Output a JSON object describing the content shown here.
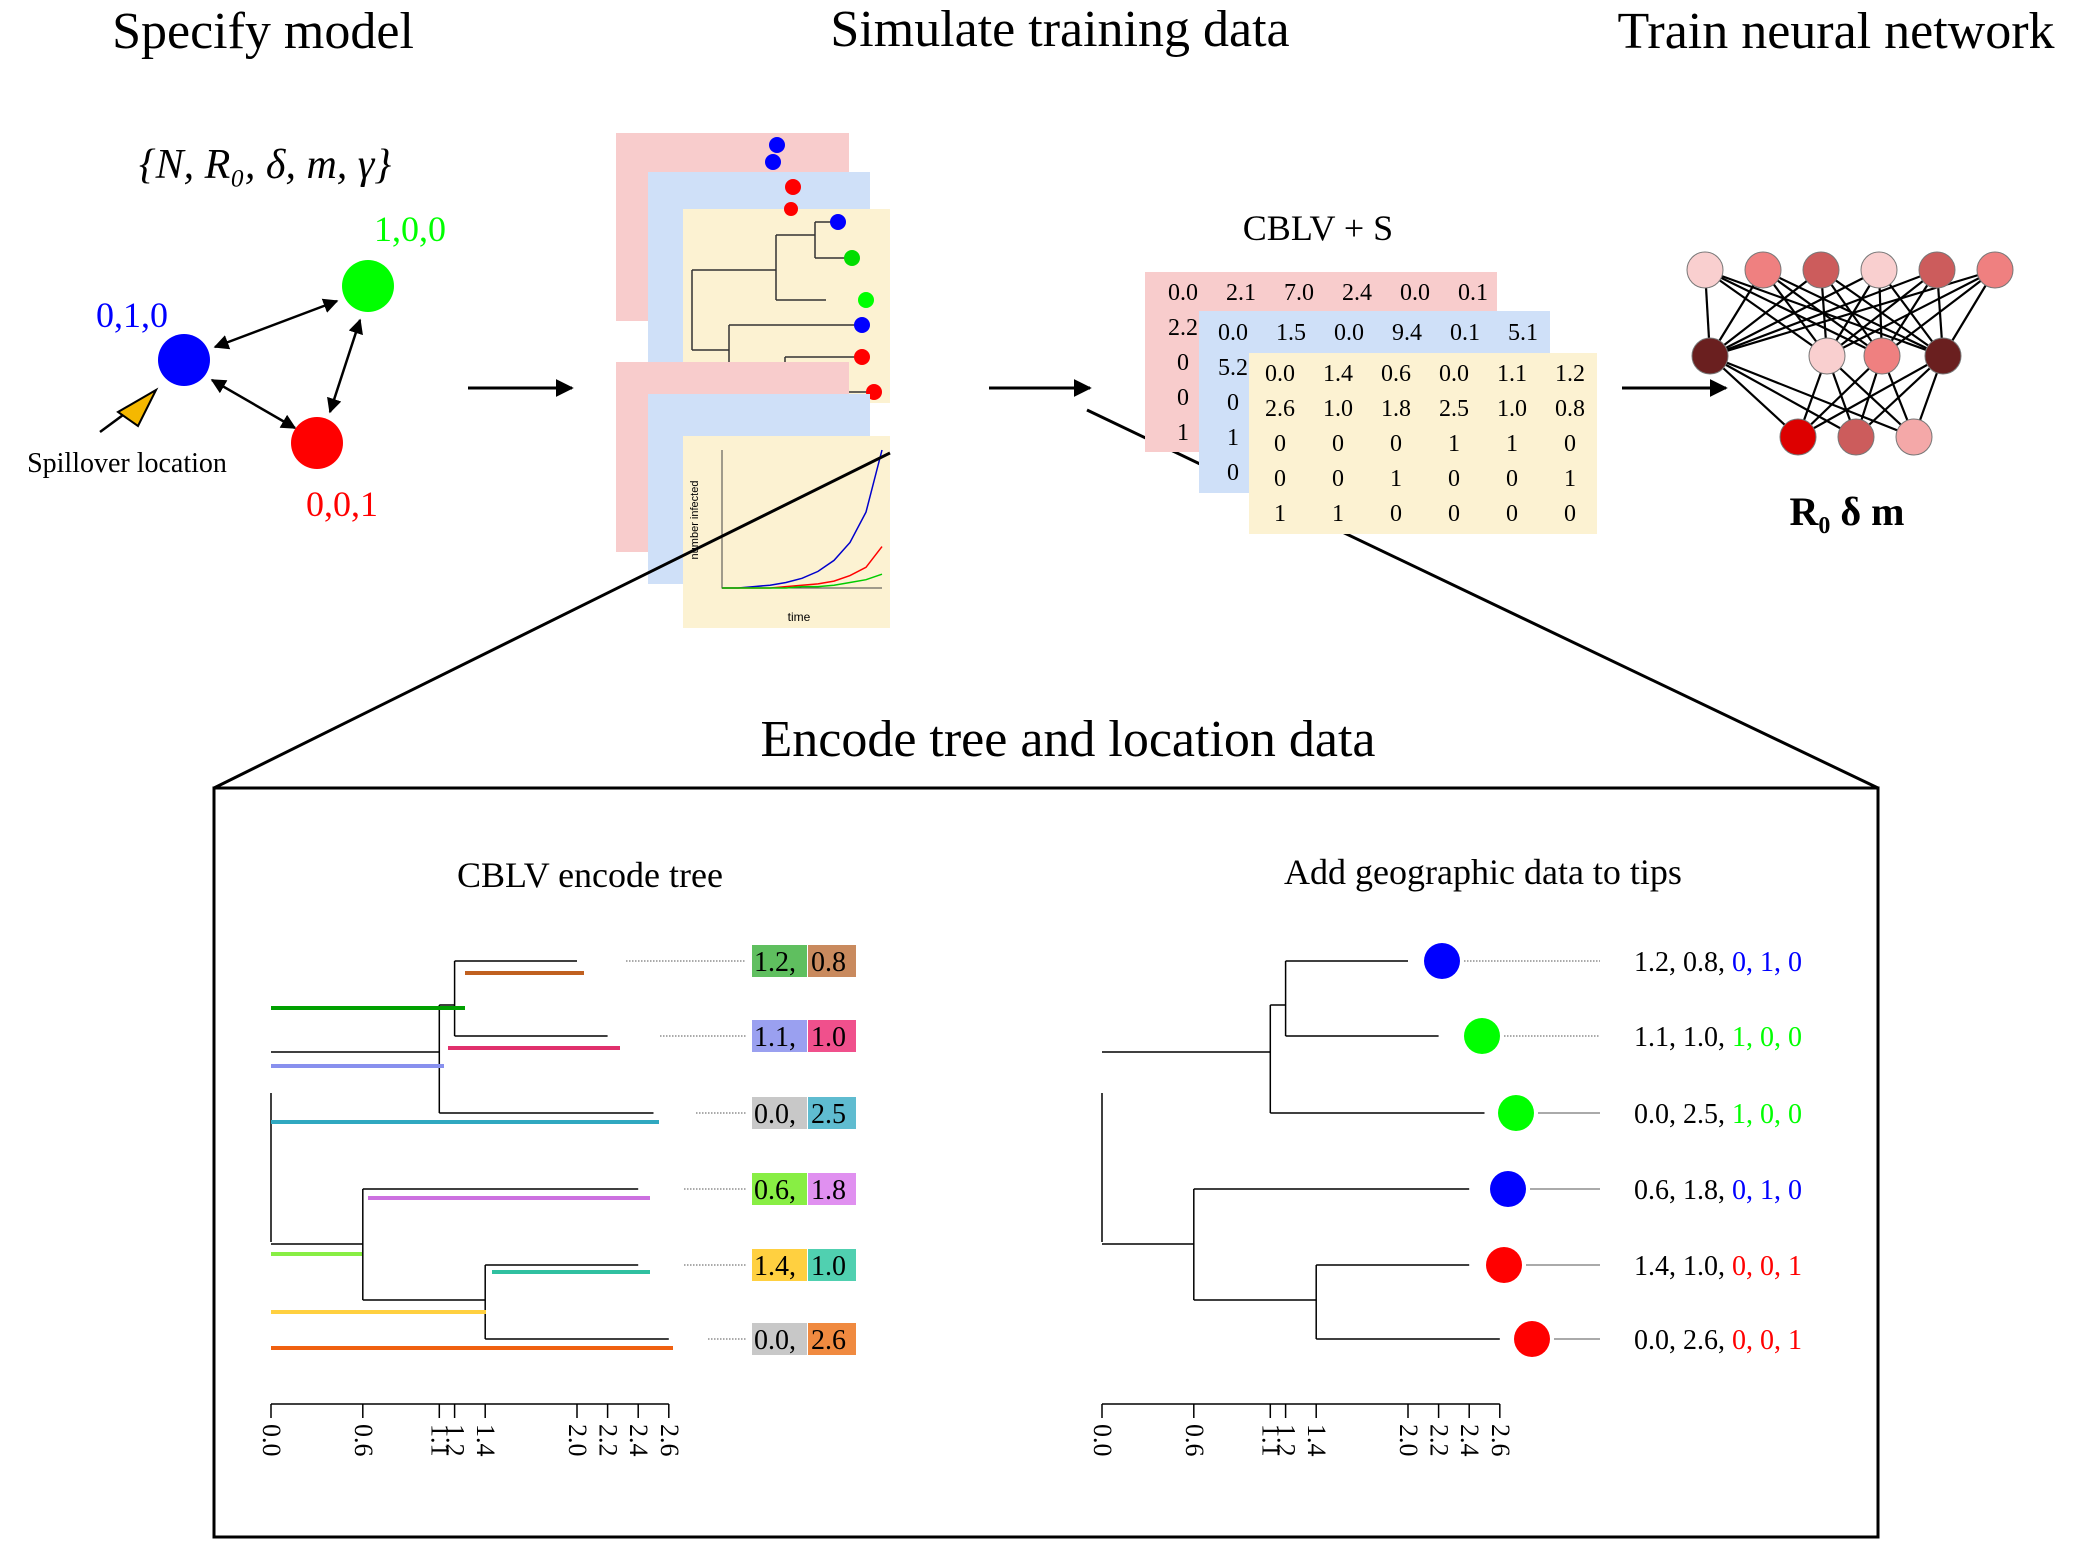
{
  "headings": {
    "specify": "Specify model",
    "simulate": "Simulate training data",
    "train": "Train neural network",
    "encode": "Encode tree and location data"
  },
  "model": {
    "params": "{N, R₀, δ, m, γ}",
    "locations": [
      {
        "label": "0,1,0",
        "color": "#0000ff"
      },
      {
        "label": "1,0,0",
        "color": "#00ff00"
      },
      {
        "label": "0,0,1",
        "color": "#ff0000"
      }
    ],
    "spillover_label": "Spillover location",
    "arrow_color": "#f5b800"
  },
  "simulation": {
    "card_colors": [
      "#f8cccc",
      "#cfe0f8",
      "#fcf2d2"
    ],
    "tip_colors": [
      "#0000ff",
      "#00dd00",
      "#00ff00",
      "#0000ff",
      "#ff0000",
      "#ff0000"
    ],
    "plot_ylabel": "number infected",
    "plot_xlabel": "time",
    "curves": [
      {
        "color": "#0000cc",
        "values": [
          0.0,
          0.0,
          0.01,
          0.02,
          0.04,
          0.07,
          0.12,
          0.2,
          0.33,
          0.55,
          1.0
        ]
      },
      {
        "color": "#ff0000",
        "values": [
          0.0,
          0.0,
          0.0,
          0.0,
          0.01,
          0.02,
          0.03,
          0.05,
          0.09,
          0.15,
          0.3
        ]
      },
      {
        "color": "#00cc00",
        "values": [
          0.0,
          0.0,
          0.0,
          0.0,
          0.0,
          0.01,
          0.01,
          0.02,
          0.04,
          0.06,
          0.1
        ]
      }
    ]
  },
  "matrix": {
    "title": "CBLV + S",
    "back_rows": [
      [
        "0.0",
        "2.1",
        "7.0",
        "2.4",
        "0.0",
        "0.1"
      ],
      [
        "2.2"
      ],
      [
        "0"
      ],
      [
        "0"
      ],
      [
        "1"
      ]
    ],
    "mid_rows": [
      [
        "0.0",
        "1.5",
        "0.0",
        "9.4",
        "0.1",
        "5.1"
      ],
      [
        "5.2"
      ],
      [
        "0"
      ],
      [
        "1"
      ],
      [
        "0"
      ]
    ],
    "front_rows": [
      [
        "0.0",
        "1.4",
        "0.6",
        "0.0",
        "1.1",
        "1.2"
      ],
      [
        "2.6",
        "1.0",
        "1.8",
        "2.5",
        "1.0",
        "0.8"
      ],
      [
        "0",
        "0",
        "0",
        "1",
        "1",
        "0"
      ],
      [
        "0",
        "0",
        "1",
        "0",
        "0",
        "1"
      ],
      [
        "1",
        "1",
        "0",
        "0",
        "0",
        "0"
      ]
    ]
  },
  "network": {
    "output_label": "R₀  δ  m",
    "top": [
      "#f9cfcf",
      "#ef8080",
      "#cc5c5c",
      "#f9cfcf",
      "#cc5c5c",
      "#ef8080"
    ],
    "mid": [
      "#6a1f1f",
      "#f9cfcf",
      "#ef8080",
      "#6a1f1f"
    ],
    "bottom": [
      "#dd0000",
      "#cc5c5c",
      "#f4a8a8"
    ]
  },
  "cblv": {
    "title": "CBLV encode tree",
    "tips": [
      {
        "depth": 2.0,
        "bar_a": "1.2,",
        "bar_b": "0.8",
        "color_a": "#5fbf5f",
        "color_b": "#c98a5e",
        "line_a": "#00a000",
        "line_b": "#c06020"
      },
      {
        "depth": 2.2,
        "bar_a": "1.1,",
        "bar_b": "1.0",
        "color_a": "#9aa0f0",
        "color_b": "#f0508c",
        "line_a": "#8890ee",
        "line_b": "#e0306c"
      },
      {
        "depth": 2.5,
        "bar_a": "0.0,",
        "bar_b": "2.5",
        "color_a": "#c8c8c8",
        "color_b": "#5fbcd0",
        "line_a": "#c8c8c8",
        "line_b": "#30a8c0"
      },
      {
        "depth": 2.4,
        "bar_a": "0.6,",
        "bar_b": "1.8",
        "color_a": "#88ee44",
        "color_b": "#e090f0",
        "line_a": "#88ee44",
        "line_b": "#cc70e0"
      },
      {
        "depth": 2.4,
        "bar_a": "1.4,",
        "bar_b": "1.0",
        "color_a": "#ffd040",
        "color_b": "#50d0b0",
        "line_a": "#ffd040",
        "line_b": "#30c0a0"
      },
      {
        "depth": 2.6,
        "bar_a": "0.0,",
        "bar_b": "2.6",
        "color_a": "#c8c8c8",
        "color_b": "#f08a40",
        "line_a": "#c8c8c8",
        "line_b": "#f06010"
      }
    ],
    "ticks": [
      "0.0",
      "0.6",
      "1.1",
      "1.2",
      "1.4",
      "2.0",
      "2.2",
      "2.4",
      "2.6"
    ]
  },
  "geo": {
    "title": "Add geographic data to tips",
    "tips": [
      {
        "values": "1.2, 0.8,",
        "loc": "0, 1, 0",
        "color": "#0000ff"
      },
      {
        "values": "1.1, 1.0,",
        "loc": "1, 0, 0",
        "color": "#00ff00"
      },
      {
        "values": "0.0, 2.5,",
        "loc": "1, 0, 0",
        "color": "#00ff00"
      },
      {
        "values": "0.6, 1.8,",
        "loc": "0, 1, 0",
        "color": "#0000ff"
      },
      {
        "values": "1.4, 1.0,",
        "loc": "0, 0, 1",
        "color": "#ff0000"
      },
      {
        "values": "0.0, 2.6,",
        "loc": "0, 0, 1",
        "color": "#ff0000"
      }
    ],
    "ticks": [
      "0.0",
      "0.6",
      "1.1",
      "1.2",
      "1.4",
      "2.0",
      "2.2",
      "2.4",
      "2.6"
    ]
  }
}
